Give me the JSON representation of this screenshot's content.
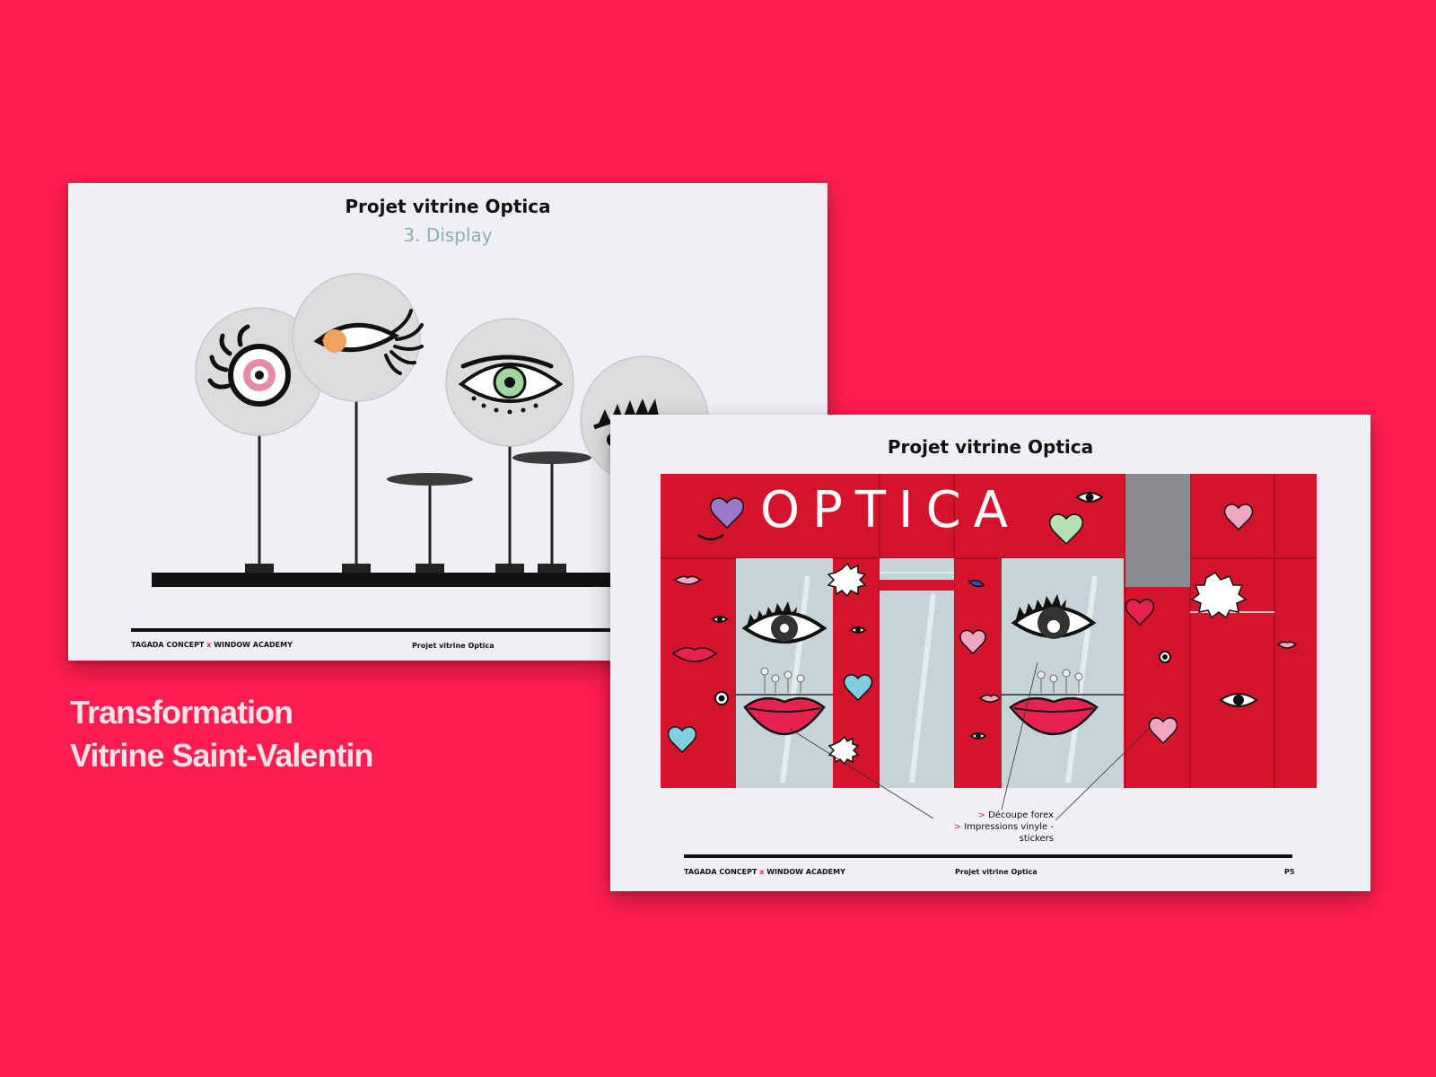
{
  "background_color": "#ff1d50",
  "promo": {
    "line1": "Transformation",
    "line2": "Vitrine Saint-Valentin"
  },
  "card_back": {
    "title": "Projet vitrine Optica",
    "subtitle": "3. Display",
    "footer_left_a": "TAGADA CONCEPT",
    "footer_x": "x",
    "footer_left_b": "WINDOW ACADEMY",
    "footer_center": "Projet vitrine Optica"
  },
  "card_front": {
    "title": "Projet vitrine Optica",
    "storefront_sign": "OPTICA",
    "annotation_marker": ">",
    "annotation_line1": "Découpe forex",
    "annotation_line2": "Impressions vinyle - stickers",
    "footer_left_a": "TAGADA CONCEPT",
    "footer_x": "x",
    "footer_left_b": "WINDOW ACADEMY",
    "footer_center": "Projet vitrine Optica",
    "page_number": "P5"
  },
  "colors": {
    "storefront_red": "#d3142c",
    "glass": "#c6d4d9",
    "accent_pink": "#e8224e",
    "subtitle_blue": "#8aaebb"
  },
  "icons": [
    "eye-lash-icon",
    "eye-orange-icon",
    "eye-green-icon",
    "eye-spiky-icon",
    "heart-icon",
    "lips-icon"
  ]
}
